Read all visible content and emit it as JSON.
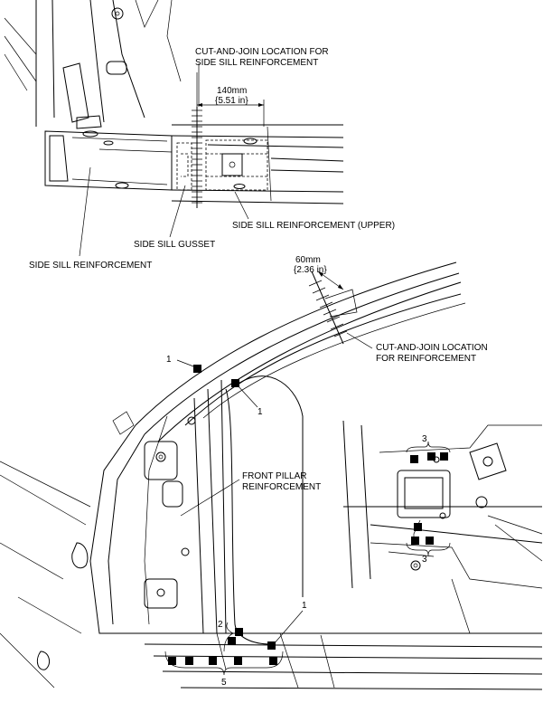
{
  "labels": {
    "cut_join_sill_line1": "CUT-AND-JOIN LOCATION FOR",
    "cut_join_sill_line2": "SIDE SILL REINFORCEMENT",
    "dim_140_mm": "140mm",
    "dim_140_in": "{5.51 in}",
    "side_sill_reinf_upper": "SIDE SILL REINFORCEMENT (UPPER)",
    "side_sill_gusset": "SIDE SILL GUSSET",
    "side_sill_reinf": "SIDE SILL REINFORCEMENT",
    "dim_60_mm": "60mm",
    "dim_60_in": "{2.36 in}",
    "cut_join_reinf_line1": "CUT-AND-JOIN LOCATION",
    "cut_join_reinf_line2": "FOR REINFORCEMENT",
    "front_pillar_line1": "FRONT PILLAR",
    "front_pillar_line2": "REINFORCEMENT"
  },
  "callouts": {
    "c1_a": "1",
    "c1_b": "1",
    "c1_c": "1",
    "c2": "2",
    "c3_top": "3",
    "c3_bottom": "3",
    "c5": "5"
  }
}
